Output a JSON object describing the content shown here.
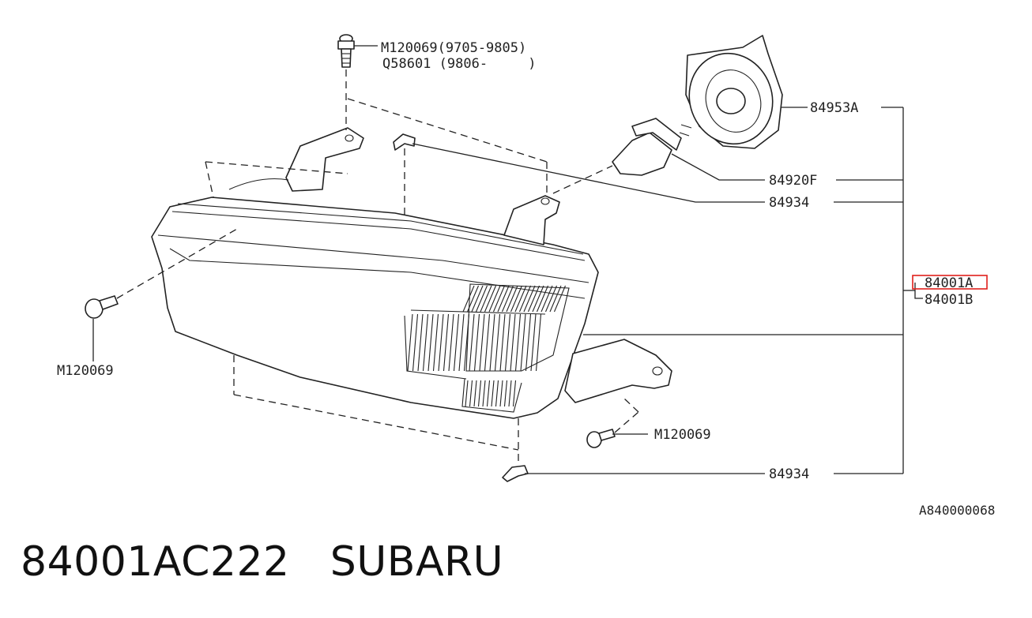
{
  "labels": {
    "bolt_top_1": "M120069(9705-9805)",
    "bolt_top_2": "Q58601 (9806-     )",
    "socket": "84953A",
    "bulb": "84920F",
    "clip_top": "84934",
    "assembly_a": "84001A",
    "assembly_b": "84001B",
    "bolt_left": "M120069",
    "bolt_bottom": "M120069",
    "clip_bottom": "84934",
    "diagram_code": "A840000068"
  },
  "title": "84001AC222   SUBARU",
  "highlight_color": "#e0201c"
}
